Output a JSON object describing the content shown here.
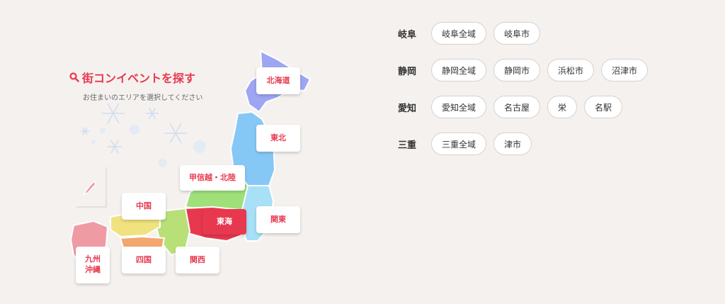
{
  "search": {
    "title": "街コンイベントを探す",
    "subtitle": "お住まいのエリアを選択してください"
  },
  "regions": {
    "hokkaido": "北海道",
    "tohoku": "東北",
    "koshinetsu_hokuriku": "甲信越・北陸",
    "kanto": "関東",
    "tokai": "東海",
    "chugoku": "中国",
    "shikoku": "四国",
    "kansai": "関西",
    "kyushu_okinawa": "九州\n沖縄"
  },
  "active_region": "tokai",
  "prefectures": [
    {
      "name": "岐阜",
      "cities": [
        "岐阜全域",
        "岐阜市"
      ]
    },
    {
      "name": "静岡",
      "cities": [
        "静岡全域",
        "静岡市",
        "浜松市",
        "沼津市"
      ]
    },
    {
      "name": "愛知",
      "cities": [
        "愛知全域",
        "名古屋",
        "栄",
        "名駅"
      ]
    },
    {
      "name": "三重",
      "cities": [
        "三重全域",
        "津市"
      ]
    }
  ],
  "colors": {
    "accent": "#e8384f",
    "hokkaido": "#9ea6f3",
    "tohoku": "#86c8f5",
    "kanto": "#a7e0f7",
    "koshinetsu_hokuriku": "#9fe07a",
    "tokai": "#e8384f",
    "kansai": "#b9e077",
    "chugoku": "#f0e27e",
    "shikoku": "#f2a76d",
    "kyushu_okinawa": "#ee9ba4"
  }
}
